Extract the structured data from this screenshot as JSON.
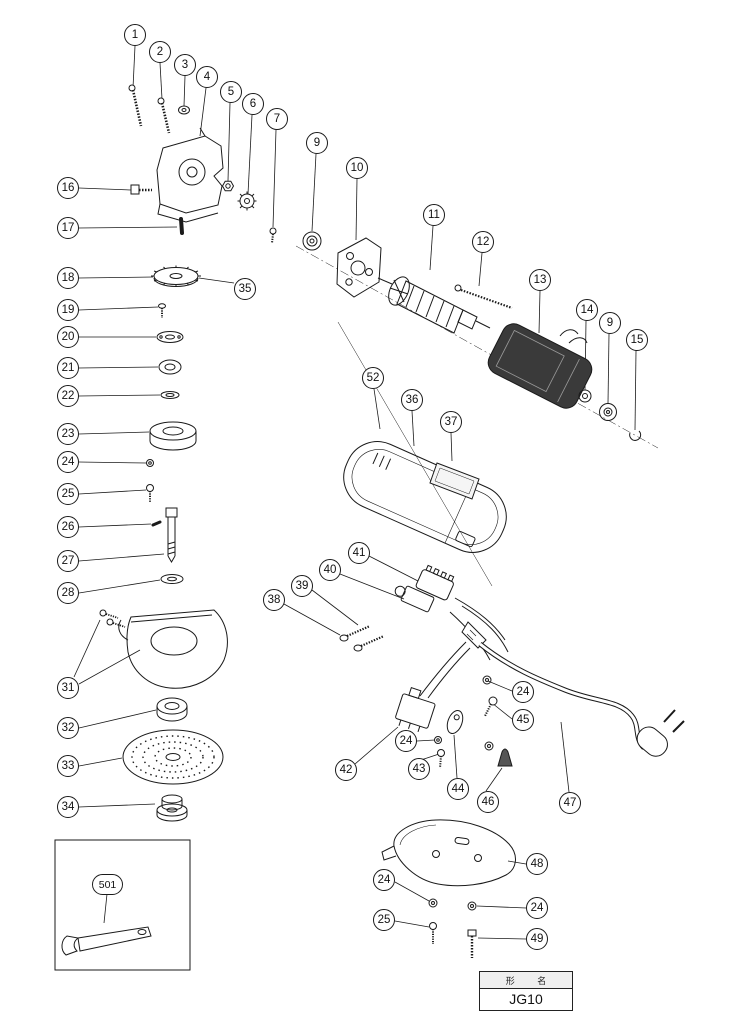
{
  "model_plate": {
    "header": "形 名",
    "model": "JG10"
  },
  "callouts": [
    {
      "label": "1"
    },
    {
      "label": "2"
    },
    {
      "label": "3"
    },
    {
      "label": "4"
    },
    {
      "label": "5"
    },
    {
      "label": "6"
    },
    {
      "label": "7"
    },
    {
      "label": "9"
    },
    {
      "label": "10"
    },
    {
      "label": "11"
    },
    {
      "label": "12"
    },
    {
      "label": "13"
    },
    {
      "label": "14"
    },
    {
      "label": "9"
    },
    {
      "label": "15"
    },
    {
      "label": "16"
    },
    {
      "label": "17"
    },
    {
      "label": "18"
    },
    {
      "label": "35"
    },
    {
      "label": "19"
    },
    {
      "label": "20"
    },
    {
      "label": "21"
    },
    {
      "label": "22"
    },
    {
      "label": "23"
    },
    {
      "label": "24"
    },
    {
      "label": "25"
    },
    {
      "label": "26"
    },
    {
      "label": "27"
    },
    {
      "label": "28"
    },
    {
      "label": "31"
    },
    {
      "label": "32"
    },
    {
      "label": "33"
    },
    {
      "label": "34"
    },
    {
      "label": "52"
    },
    {
      "label": "36"
    },
    {
      "label": "37"
    },
    {
      "label": "41"
    },
    {
      "label": "40"
    },
    {
      "label": "39"
    },
    {
      "label": "38"
    },
    {
      "label": "24"
    },
    {
      "label": "45"
    },
    {
      "label": "24"
    },
    {
      "label": "43"
    },
    {
      "label": "42"
    },
    {
      "label": "44"
    },
    {
      "label": "46"
    },
    {
      "label": "47"
    },
    {
      "label": "48"
    },
    {
      "label": "24"
    },
    {
      "label": "24"
    },
    {
      "label": "25"
    },
    {
      "label": "49"
    },
    {
      "label": "501"
    }
  ]
}
